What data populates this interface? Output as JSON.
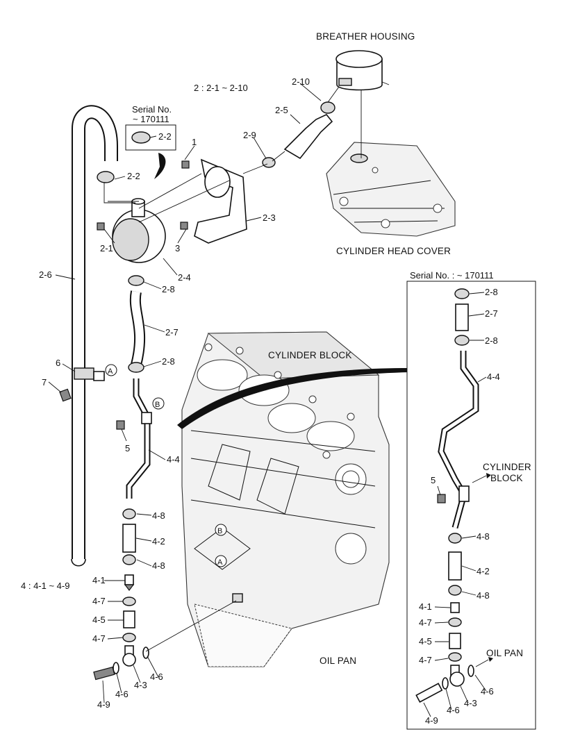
{
  "diagram": {
    "sections": {
      "breather_housing": "BREATHER HOUSING",
      "cylinder_head_cover": "CYLINDER HEAD COVER",
      "cylinder_block": "CYLINDER BLOCK",
      "oil_pan": "OIL PAN",
      "inset_cylinder_block_1": "CYLINDER",
      "inset_cylinder_block_2": "BLOCK",
      "inset_oil_pan": "OIL PAN"
    },
    "group_notes": {
      "group2": "2 : 2-1 ~ 2-10",
      "group4": "4 : 4-1 ~ 4-9"
    },
    "serial_notes": {
      "left_1": "Serial No.",
      "left_2": "~ 170111",
      "inset": "Serial No. :  ~ 170111"
    },
    "callouts": {
      "p1": "1",
      "p2_10": "2-10",
      "p2_5": "2-5",
      "p2_9": "2-9",
      "p2_2_box": "2-2",
      "p2_2": "2-2",
      "p2_3": "2-3",
      "p2_1": "2-1",
      "p3": "3",
      "p2_4": "2-4",
      "p2_6": "2-6",
      "p2_8a": "2-8",
      "p2_7": "2-7",
      "p2_8b": "2-8",
      "p6": "6",
      "p7": "7",
      "p5": "5",
      "p4_4": "4-4",
      "p4_8a": "4-8",
      "p4_2": "4-2",
      "p4_8b": "4-8",
      "p4_1": "4-1",
      "p4_7a": "4-7",
      "p4_5": "4-5",
      "p4_7b": "4-7",
      "p4_3": "4-3",
      "p4_6a": "4-6",
      "p4_6b": "4-6",
      "p4_9": "4-9",
      "marker_a1": "A",
      "marker_b1": "B",
      "marker_b2": "B",
      "marker_a2": "A"
    },
    "inset_callouts": {
      "p2_8a": "2-8",
      "p2_7": "2-7",
      "p2_8b": "2-8",
      "p4_4": "4-4",
      "p5": "5",
      "p4_8a": "4-8",
      "p4_2": "4-2",
      "p4_8b": "4-8",
      "p4_1": "4-1",
      "p4_7a": "4-7",
      "p4_5": "4-5",
      "p4_7b": "4-7",
      "p4_6a": "4-6",
      "p4_3": "4-3",
      "p4_6b": "4-6",
      "p4_9": "4-9"
    }
  }
}
